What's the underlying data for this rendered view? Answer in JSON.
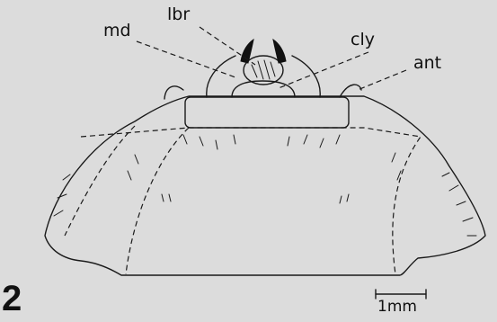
{
  "figure": {
    "number": "2",
    "labels": {
      "lbr": "lbr",
      "md": "md",
      "cly": "cly",
      "ant": "ant"
    },
    "scale_bar": "1mm"
  },
  "colors": {
    "background": "#dcdcdc",
    "ink": "#1a1a1a"
  }
}
